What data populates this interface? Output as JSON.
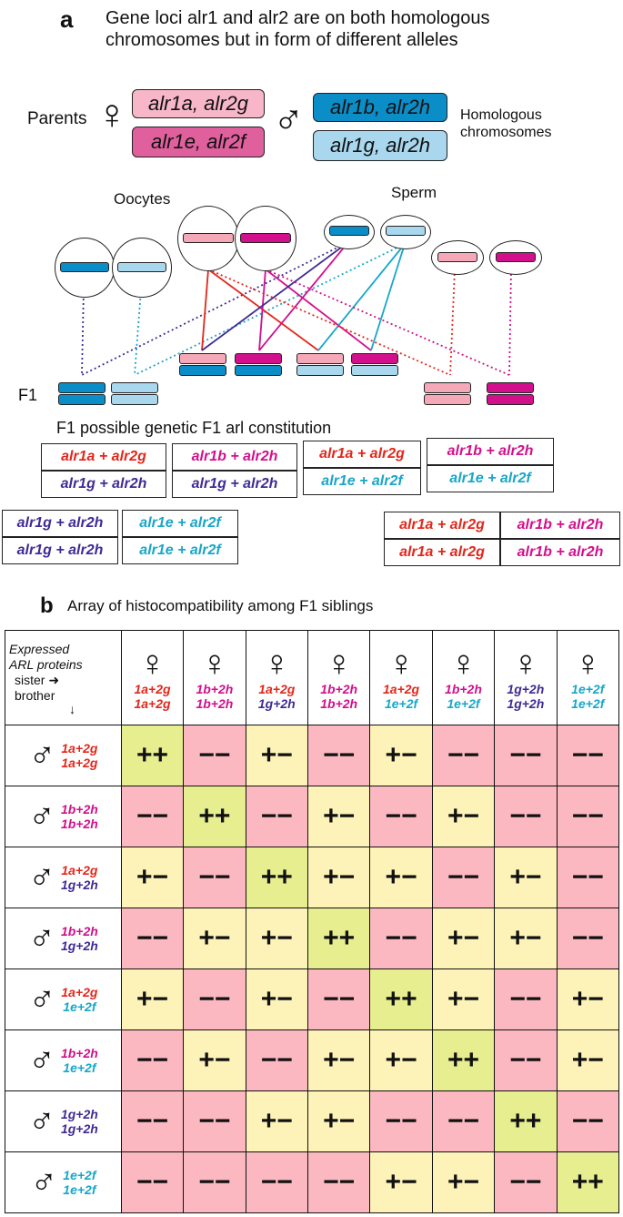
{
  "panel_a": {
    "letter": "a",
    "title_line1": "Gene loci alr1 and alr2 are on both homologous",
    "title_line2": "chromosomes but in form of different alleles",
    "parents_label": "Parents",
    "female_symbol": "♀",
    "male_symbol": "♂",
    "homologous_label_1": "Homologous",
    "homologous_label_2": "chromosomes",
    "female_chromosomes": [
      "alr1a, alr2g",
      "alr1e, alr2f"
    ],
    "male_chromosomes": [
      "alr1b, alr2h",
      "alr1g, alr2h"
    ],
    "oocytes_label": "Oocytes",
    "sperm_label": "Sperm",
    "f1_label": "F1",
    "constitution_label": "F1 possible genetic F1 arl constitution",
    "constitution_pairs": [
      [
        "alr1a + alr2g",
        "alr1g + alr2h"
      ],
      [
        "alr1b + alr2h",
        "alr1g + alr2h"
      ],
      [
        "alr1a + alr2g",
        "alr1e + alr2f"
      ],
      [
        "alr1b + alr2h",
        "alr1e + alr2f"
      ],
      [
        "alr1g + alr2h",
        "alr1g + alr2h"
      ],
      [
        "alr1e + alr2f",
        "alr1e + alr2f"
      ],
      [
        "alr1a + alr2g",
        "alr1a + alr2g"
      ],
      [
        "alr1b + alr2h",
        "alr1b + alr2h"
      ]
    ],
    "colors": {
      "dark_blue": "#0b8ec8",
      "light_blue": "#a9d8ee",
      "light_pink": "#f5a9b8",
      "magenta": "#d2108c",
      "lilac": "#f9c9d8",
      "pink2": "#e0609e"
    }
  },
  "panel_b": {
    "letter": "b",
    "title": "Array of histocompatibility among F1 siblings",
    "corner_line1": "Expressed",
    "corner_line2": "ARL proteins",
    "corner_line3": "sister",
    "corner_line4": "brother",
    "female_symbol": "♀",
    "male_symbol": "♂",
    "sisters": [
      {
        "top": "1a+2g",
        "bottom": "1a+2g"
      },
      {
        "top": "1b+2h",
        "bottom": "1b+2h"
      },
      {
        "top": "1a+2g",
        "bottom": "1g+2h"
      },
      {
        "top": "1b+2h",
        "bottom": "1b+2h"
      },
      {
        "top": "1a+2g",
        "bottom": "1e+2f"
      },
      {
        "top": "1b+2h",
        "bottom": "1e+2f"
      },
      {
        "top": "1g+2h",
        "bottom": "1g+2h"
      },
      {
        "top": "1e+2f",
        "bottom": "1e+2f"
      }
    ],
    "brothers": [
      {
        "top": "1a+2g",
        "bottom": "1a+2g"
      },
      {
        "top": "1b+2h",
        "bottom": "1b+2h"
      },
      {
        "top": "1a+2g",
        "bottom": "1g+2h"
      },
      {
        "top": "1b+2h",
        "bottom": "1g+2h"
      },
      {
        "top": "1a+2g",
        "bottom": "1e+2f"
      },
      {
        "top": "1b+2h",
        "bottom": "1e+2f"
      },
      {
        "top": "1g+2h",
        "bottom": "1g+2h"
      },
      {
        "top": "1e+2f",
        "bottom": "1e+2f"
      }
    ],
    "matrix": [
      [
        "++",
        "−−",
        "+−",
        "−−",
        "+−",
        "−−",
        "−−",
        "−−"
      ],
      [
        "−−",
        "++",
        "−−",
        "+−",
        "−−",
        "+−",
        "−−",
        "−−"
      ],
      [
        "+−",
        "−−",
        "++",
        "+−",
        "+−",
        "−−",
        "+−",
        "−−"
      ],
      [
        "−−",
        "+−",
        "+−",
        "++",
        "−−",
        "+−",
        "+−",
        "−−"
      ],
      [
        "+−",
        "−−",
        "+−",
        "−−",
        "++",
        "+−",
        "−−",
        "+−"
      ],
      [
        "−−",
        "+−",
        "−−",
        "+−",
        "+−",
        "++",
        "−−",
        "+−"
      ],
      [
        "−−",
        "−−",
        "+−",
        "+−",
        "−−",
        "−−",
        "++",
        "−−"
      ],
      [
        "−−",
        "−−",
        "−−",
        "−−",
        "+−",
        "+−",
        "−−",
        "++"
      ]
    ],
    "colors": {
      "compatible": "#e6ee8f",
      "partial": "#fdf3b8",
      "incompatible": "#fbb8c0"
    }
  }
}
